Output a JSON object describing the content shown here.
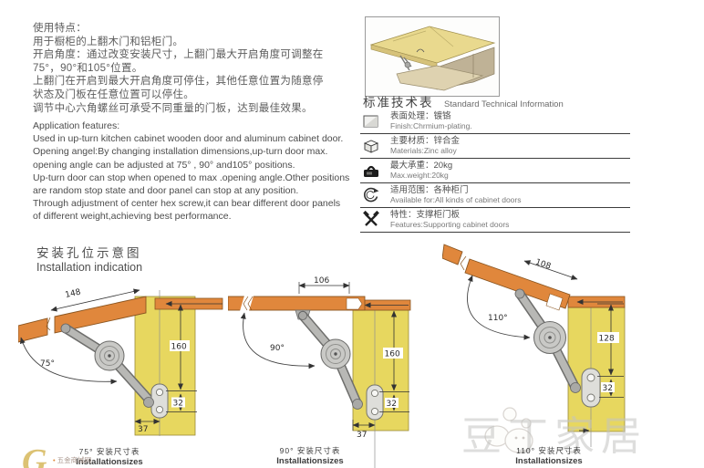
{
  "features_cn": {
    "lines": [
      "使用特点：",
      "用于橱柜的上翻木门和铝柜门。",
      "开启角度：通过改变安装尺寸，上翻门最大开启角度可调整在",
      "75°，90°和105°位置。",
      "上翻门在开启到最大开启角度可停住，其他任意位置为随意停",
      "状态及门板在任意位置可以停住。",
      "调节中心六角螺丝可承受不同重量的门板，达到最佳效果。"
    ]
  },
  "features_en": {
    "lines": [
      "Application features:",
      "Used in up-turn kitchen cabinet wooden door and aluminum cabinet door.",
      "Opening angel:By changing installation dimensions,up-turn door max.",
      "opening angle  can be adjusted at 75° , 90° and105° positions.",
      "Up-turn door can stop when opened to max .opening angle.Other positions",
      "are random stop state and door panel can stop at any position.",
      "Through adjustment of center hex screw,it can bear different door panels",
      "of different weight,achieving best performance."
    ]
  },
  "tech_table": {
    "title_cn": "标准技术表",
    "title_en": "Standard Technical Information",
    "rows": [
      {
        "icon": "finish-plate-icon",
        "cn": "表面处理：镀铬",
        "en": "Finish:Chrmium-plating."
      },
      {
        "icon": "material-cube-icon",
        "cn": "主要材质：锌合金",
        "en": "Materials:Zinc alloy"
      },
      {
        "icon": "max-weight-icon",
        "cn": "最大承重：20kg",
        "en": "Max.weight:20kg"
      },
      {
        "icon": "application-rotate-icon",
        "cn": "适用范围：各种柜门",
        "en": "Available for:All kinds of cabinet doors"
      },
      {
        "icon": "features-tools-icon",
        "cn": "特性：支撑柜门板",
        "en": "Features:Supporting cabinet doors"
      }
    ]
  },
  "installation": {
    "title_cn": "安装孔位示意图",
    "title_en": "Installation indication",
    "diagrams": [
      {
        "angle": "75°",
        "door_length": "148",
        "height": "160",
        "hole_spacing": "32",
        "depth": "37",
        "caption_cn": "75° 安装尺寸表",
        "caption_en": "Installationsizes"
      },
      {
        "angle": "90°",
        "door_length": "106",
        "height": "160",
        "hole_spacing": "32",
        "depth": "37",
        "caption_cn": "90° 安装尺寸表",
        "caption_en": "Installationsizes"
      },
      {
        "angle": "110°",
        "door_length": "108",
        "height": "128",
        "hole_spacing": "32",
        "caption_cn": "110° 安装尺寸表",
        "caption_en": "Installationsizes"
      }
    ]
  },
  "watermark": "豆丁家居",
  "footer": {
    "logo": "G",
    "site": "五金商城网"
  },
  "colors": {
    "door_orange": "#e0873c",
    "panel_yellow": "#e7d75f",
    "arm_gray": "#b8b8b5"
  }
}
